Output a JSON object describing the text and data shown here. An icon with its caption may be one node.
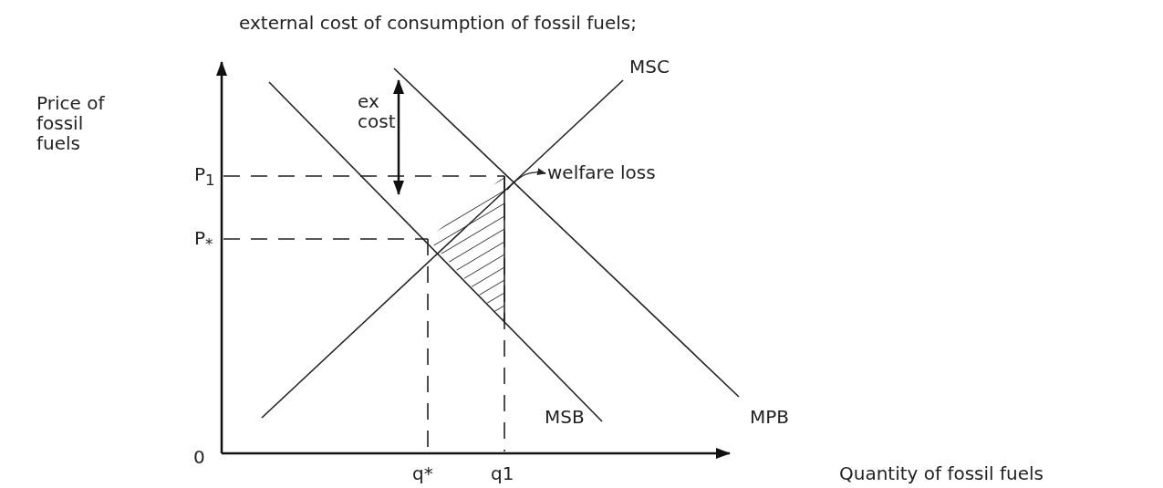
{
  "diagram": {
    "title": "external cost of consumption of fossil fuels;",
    "nodes": [
      {
        "text": [
          "welfare loss"
        ]
      },
      {
        "text": [],
        "shape": "triangle"
      }
    ],
    "edges": [
      {
        "from": 1,
        "to": 0,
        "arrow": "to"
      }
    ],
    "labels": [
      "Price of fossil fuels",
      "MSC",
      "ex cost",
      "P$_{1}$",
      "P$_{*}$",
      "MSB",
      "MPB",
      "0",
      "q*",
      "q1",
      "Quantity of fossil fuels"
    ]
  }
}
